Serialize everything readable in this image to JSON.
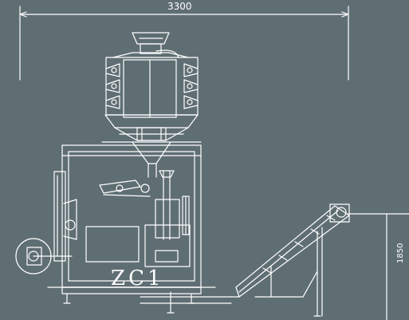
{
  "drawing": {
    "overall_width_label": "3300",
    "overall_height_label": "1850",
    "model_label": "ZC1"
  },
  "colors": {
    "background": "#5f6e73",
    "line": "#ffffff"
  }
}
